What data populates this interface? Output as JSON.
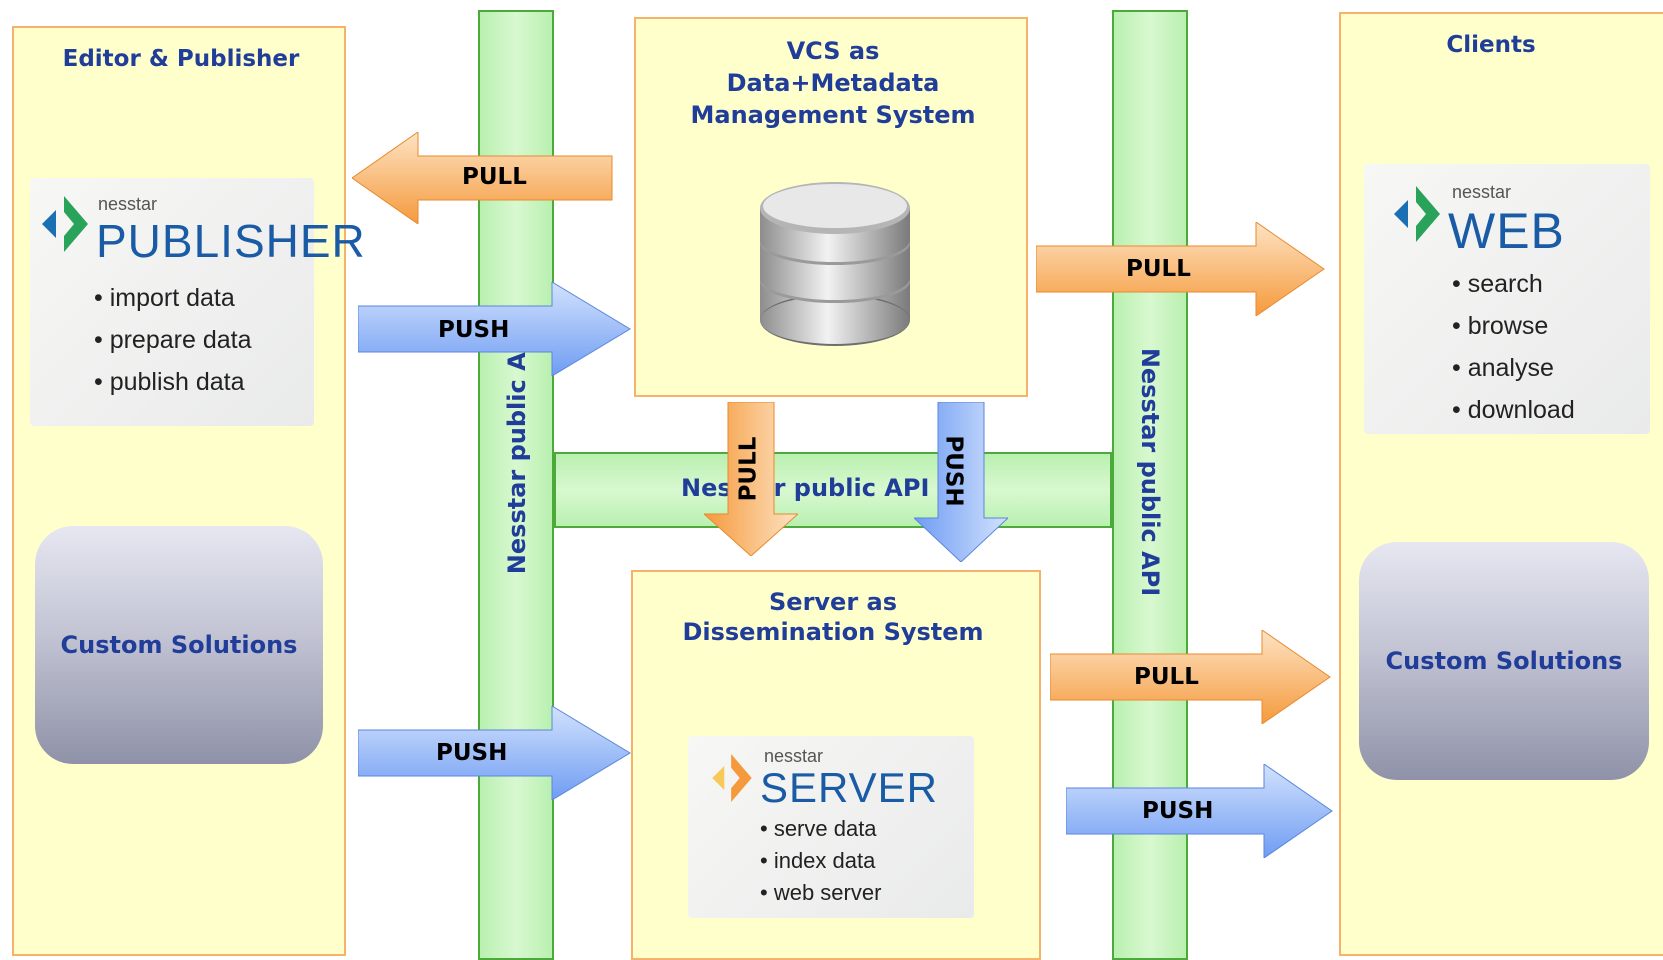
{
  "left_panel": {
    "title": "Editor & Publisher",
    "custom": "Custom Solutions"
  },
  "right_panel": {
    "title": "Clients",
    "custom": "Custom Solutions"
  },
  "vcs": {
    "line1": "VCS as",
    "line2": "Data+Metadata",
    "line3": "Management System"
  },
  "server_box": {
    "line1": "Server as",
    "line2": "Dissemination System"
  },
  "api_label": "Nesstar public API",
  "publisher_logo": {
    "brand": "nesstar",
    "product": "PUBLISHER",
    "items": [
      "• import data",
      "• prepare data",
      "• publish data"
    ]
  },
  "web_logo": {
    "brand": "nesstar",
    "product": "WEB",
    "items": [
      "• search",
      "• browse",
      "• analyse",
      "• download"
    ]
  },
  "server_logo": {
    "brand": "nesstar",
    "product": "SERVER",
    "items": [
      "• serve data",
      "• index data",
      "• web server"
    ]
  },
  "arrows": {
    "pull": "PULL",
    "push": "PUSH"
  },
  "colors": {
    "panel_fill": "#ffffcc",
    "panel_border": "#f6b26b",
    "api_green": "#b9f0b0",
    "title_blue": "#1f3d99",
    "pull_orange": "#f7a145",
    "push_blue": "#7aa6f5"
  }
}
